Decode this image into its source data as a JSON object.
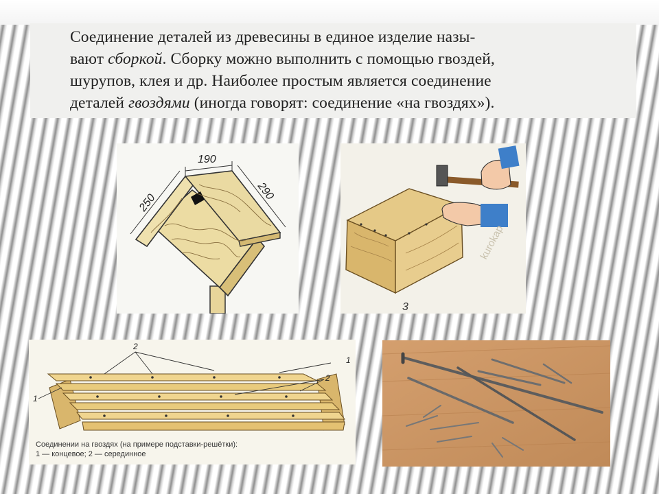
{
  "paragraph": {
    "line1_a": "Соединение деталей из древесины в единое изделие назы-",
    "line2_a": "вают ",
    "line2_em": "сборкой",
    "line2_b": ". Сборку можно выполнить с помощью гвоздей,",
    "line3": "шурупов, клея и др. Наиболее простым является соединение",
    "line4_a": "деталей ",
    "line4_em": "гвоздями",
    "line4_b": " (иногда говорят: соединение «на гвоздях»)."
  },
  "birdhouse": {
    "dim_top": "190",
    "dim_left": "250",
    "dim_right": "290"
  },
  "hammer_figure": {
    "figure_number": "3",
    "watermark": "kurokap"
  },
  "grid_figure": {
    "callout_1": "1",
    "callout_2": "2",
    "caption_line1": "Соединении на гвоздях (на примере подставки-решётки):",
    "caption_line2": "1 — концевое; 2 — серединное"
  },
  "colors": {
    "wood_light": "#e9d79a",
    "wood_dark": "#c9a35a",
    "nail_steel": "#6a6a6a",
    "board_bg": "#cf9a68"
  }
}
